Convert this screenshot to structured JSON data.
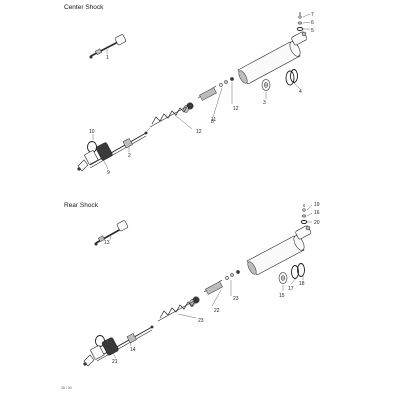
{
  "sections": {
    "center": {
      "title": "Center Shock"
    },
    "rear": {
      "title": "Rear Shock"
    }
  },
  "callouts": {
    "center": [
      "1",
      "2",
      "3",
      "4",
      "5",
      "6",
      "7",
      "8",
      "9",
      "10",
      "11",
      "12",
      "12"
    ],
    "rear": [
      "13",
      "14",
      "15",
      "16",
      "17",
      "18",
      "19",
      "20",
      "21",
      "22",
      "23",
      "23"
    ]
  },
  "footer": {
    "code": "26 / 00"
  }
}
